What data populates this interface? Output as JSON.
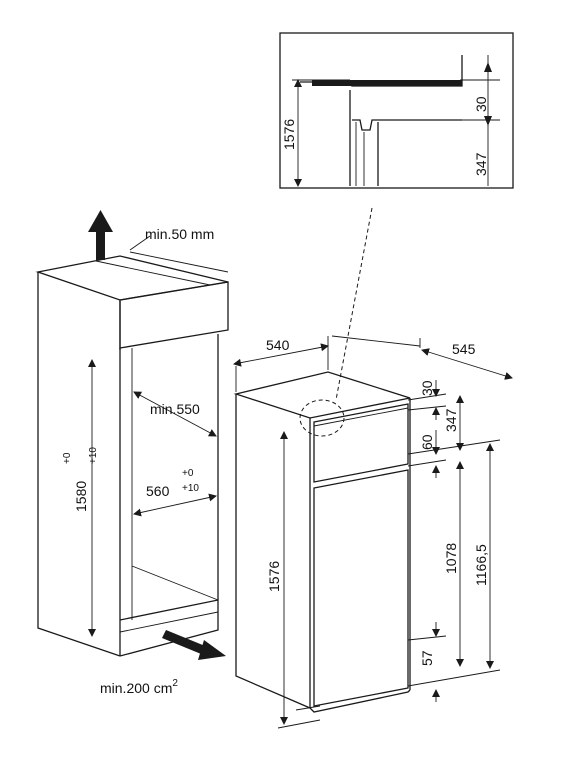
{
  "diagram": {
    "stroke_color": "#1a1a1a",
    "background": "#ffffff",
    "icons": [
      "arrow-up-icon",
      "arrow-right-icon"
    ],
    "detail": {
      "d1576": "1576",
      "d30": "30",
      "d347": "347"
    },
    "niche": {
      "min50": "min.50 mm",
      "h1580": "1580",
      "h1580_plus0": "+0",
      "h1580_plus10": "+10",
      "min550": "min.550",
      "w560": "560",
      "w560_plus0": "+0",
      "w560_plus10": "+10",
      "min200": "min.200 cm",
      "min200_sup": "2"
    },
    "appliance": {
      "w540": "540",
      "d545": "545",
      "d30": "30",
      "d347": "347",
      "d60": "60",
      "d1576": "1576",
      "d1078": "1078",
      "d1166": "1166,5",
      "d57": "57"
    }
  }
}
